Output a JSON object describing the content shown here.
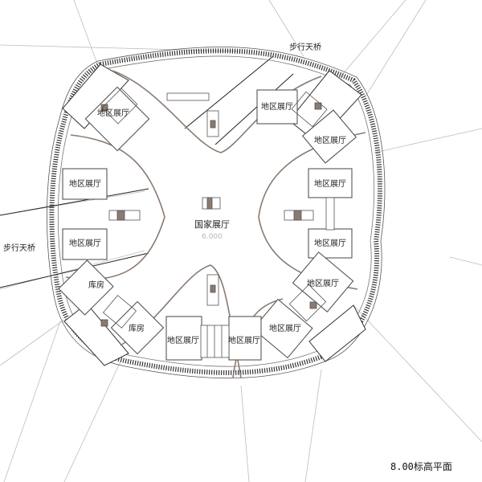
{
  "drawing": {
    "title": "8.00标高平面",
    "central_hall": {
      "label": "国家展厅",
      "elevation": "6.000"
    },
    "bridges": [
      {
        "label": "步行天桥"
      },
      {
        "label": "步行天桥"
      }
    ],
    "rooms": [
      {
        "label": "地区展厅"
      },
      {
        "label": "地区展厅"
      },
      {
        "label": "地区展厅"
      },
      {
        "label": "地区展厅"
      },
      {
        "label": "地区展厅"
      },
      {
        "label": "地区展厅"
      },
      {
        "label": "地区展厅"
      },
      {
        "label": "地区展厅"
      },
      {
        "label": "地区展厅"
      },
      {
        "label": "地区展厅"
      },
      {
        "label": "库房"
      },
      {
        "label": "库房"
      }
    ],
    "colors": {
      "wall": "#8a7a70",
      "line": "#222222",
      "thin": "#bdbdbd",
      "fill": "#ffffff"
    }
  }
}
